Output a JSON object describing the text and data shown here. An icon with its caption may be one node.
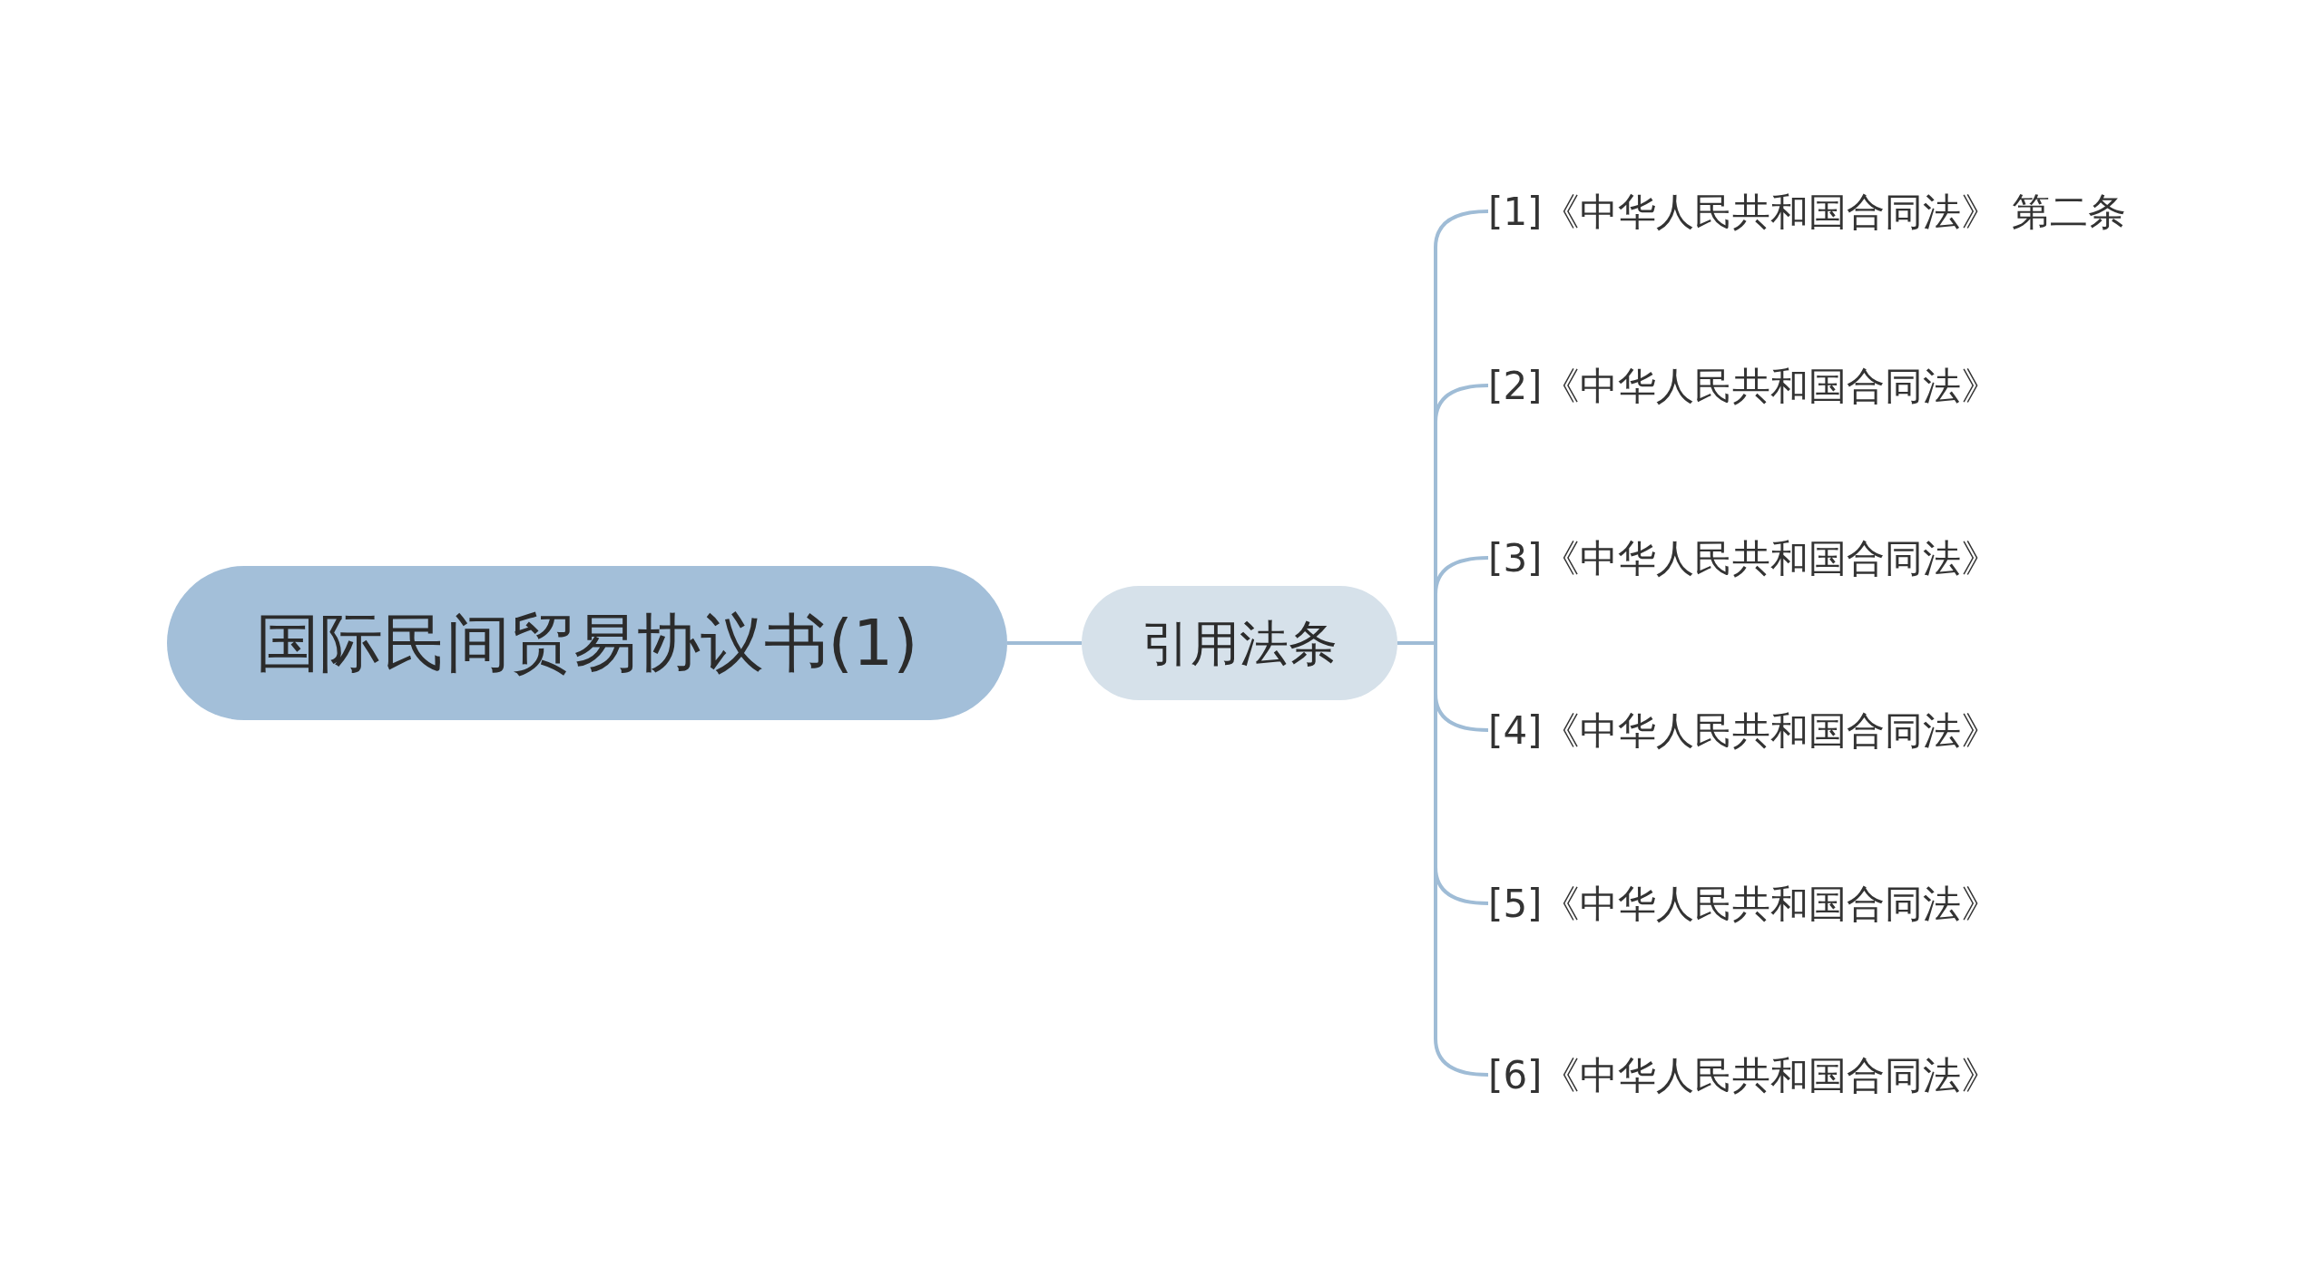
{
  "diagram": {
    "nodes": [
      {
        "text": [
          "国际民间贸易协议书(1)"
        ]
      },
      {
        "text": [
          "引用法条"
        ]
      },
      {
        "text": [
          "[1]《中华人民共和国合同法》 第二条"
        ]
      },
      {
        "text": [
          "[2]《中华人民共和国合同法》"
        ]
      },
      {
        "text": [
          "[3]《中华人民共和国合同法》"
        ]
      },
      {
        "text": [
          "[4]《中华人民共和国合同法》"
        ]
      },
      {
        "text": [
          "[5]《中华人民共和国合同法》"
        ]
      },
      {
        "text": [
          "[6]《中华人民共和国合同法》"
        ]
      }
    ],
    "edges": [
      {
        "from": 0,
        "to": 1,
        "arrow": "none"
      },
      {
        "from": 1,
        "to": 2,
        "arrow": "none"
      },
      {
        "from": 1,
        "to": 3,
        "arrow": "none"
      },
      {
        "from": 1,
        "to": 4,
        "arrow": "none"
      },
      {
        "from": 1,
        "to": 5,
        "arrow": "none"
      },
      {
        "from": 1,
        "to": 6,
        "arrow": "none"
      },
      {
        "from": 1,
        "to": 7,
        "arrow": "none"
      }
    ]
  }
}
